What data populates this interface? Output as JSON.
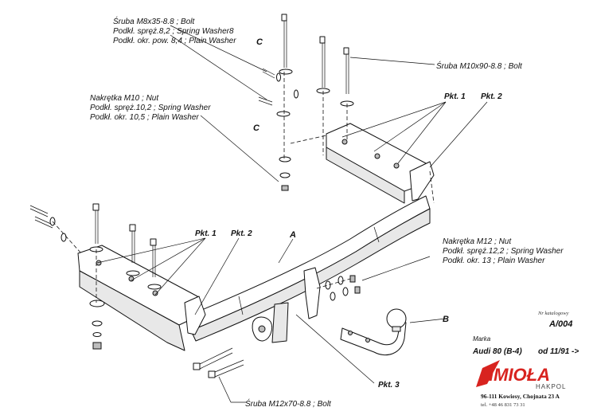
{
  "labels": {
    "bolt_m8": [
      "Śruba M8x35-8.8 ;  Bolt",
      "Podkł. spręż.8,2 ; Spring Washer8",
      "Podkł. okr. pow. 8,4 ; Plain Washer"
    ],
    "bolt_m10": "Śruba M10x90-8.8 ;  Bolt",
    "nut_m10": [
      "Nakrętka  M10 ; Nut",
      "Podkł. spręż.10,2 ; Spring Washer",
      "Podkł. okr. 10,5 ; Plain Washer"
    ],
    "nut_m12": [
      "Nakrętka  M12 ; Nut",
      "Podkł. spręż.12,2 ; Spring Washer",
      "Podkł. okr. 13 ; Plain Washer"
    ],
    "bolt_m12": "Śruba M12x70-8.8 ;  Bolt"
  },
  "callouts": {
    "c_top": "C",
    "c_mid": "C",
    "a": "A",
    "b": "B",
    "pkt1_top": "Pkt. 1",
    "pkt2_top": "Pkt. 2",
    "pkt1_left": "Pkt. 1",
    "pkt2_left": "Pkt. 2",
    "pkt3": "Pkt. 3"
  },
  "title_block": {
    "catalog_label": "Nr katalogowy",
    "catalog_number": "A/004",
    "brand_label": "Marka",
    "vehicle": "Audi 80 (B-4)",
    "from_date": "od  11/91 ->",
    "logo": "IMIOŁA",
    "logo_sub": "HAKPOL",
    "address": "96-111 Kowiesy, Chojnata 23 A",
    "phone": "tel. +48 46 831 73 31"
  },
  "colors": {
    "line": "#111111",
    "logo_red": "#d8231f",
    "fill_light": "#e8e8e8"
  }
}
